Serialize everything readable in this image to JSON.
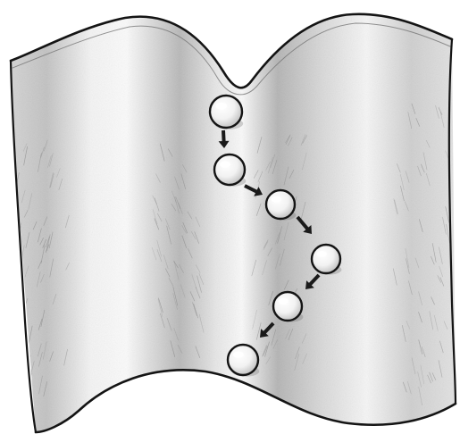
{
  "diagram": {
    "surface": "wavy-sheet-with-central-valley",
    "ball_count": 6,
    "arrow_count": 5,
    "colors": {
      "outline": "#141414",
      "sheet_light": "#f7f7f7",
      "sheet_shadow": "#9a9a9a",
      "ball_fill": "#fbfbfb",
      "ball_shade": "#c9c9c9",
      "arrow": "#1a1a1a"
    }
  }
}
